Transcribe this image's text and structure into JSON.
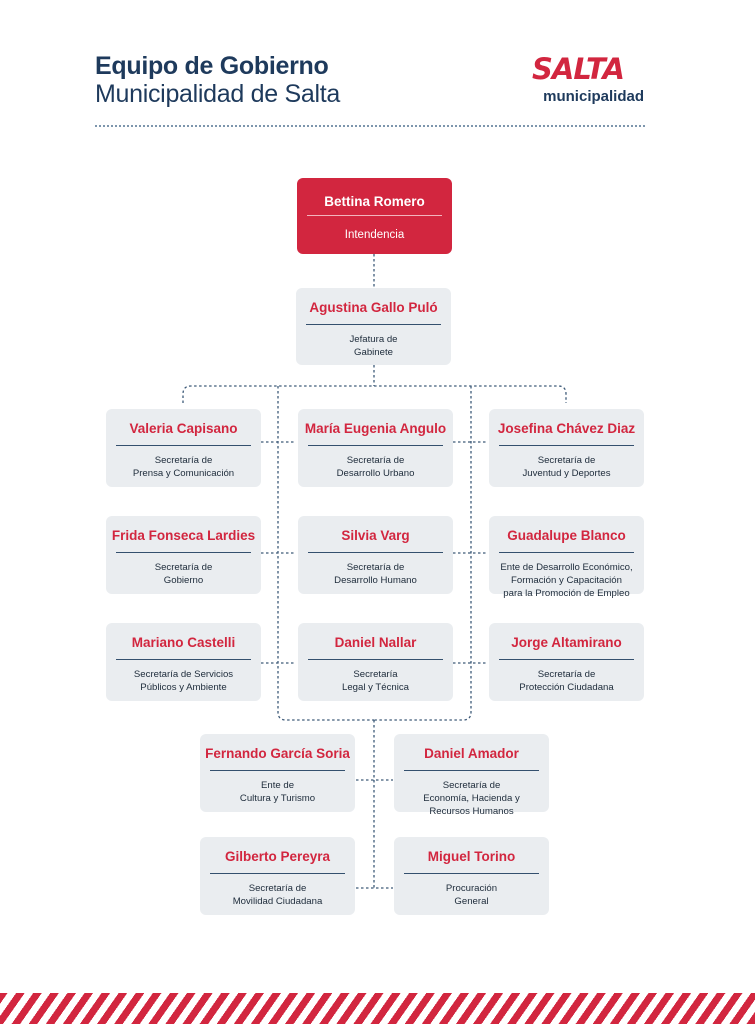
{
  "header": {
    "title": "Equipo de Gobierno",
    "subtitle": "Municipalidad de Salta"
  },
  "logo": {
    "word": "SALTA",
    "sub": "municipalidad"
  },
  "colors": {
    "accent": "#d2263f",
    "navy": "#1e3a5c",
    "card_bg": "#eaedf0"
  },
  "org": {
    "top": {
      "name": "Bettina Romero",
      "role": "Intendencia"
    },
    "chief": {
      "name": "Agustina Gallo Puló",
      "role_l1": "Jefatura de",
      "role_l2": "Gabinete"
    },
    "members": [
      {
        "name": "Valeria Capisano",
        "role_l1": "Secretaría de",
        "role_l2": "Prensa y Comunicación"
      },
      {
        "name": "María Eugenia Angulo",
        "role_l1": "Secretaría de",
        "role_l2": "Desarrollo Urbano"
      },
      {
        "name": "Josefina Chávez Diaz",
        "role_l1": "Secretaría de",
        "role_l2": "Juventud y Deportes"
      },
      {
        "name": "Frida Fonseca Lardies",
        "role_l1": "Secretaría de",
        "role_l2": "Gobierno"
      },
      {
        "name": "Silvia Varg",
        "role_l1": "Secretaría de",
        "role_l2": "Desarrollo Humano"
      },
      {
        "name": "Guadalupe Blanco",
        "role_l1": "Ente de Desarrollo Económico,",
        "role_l2": "Formación y Capacitación",
        "role_l3": "para la Promoción de Empleo"
      },
      {
        "name": "Mariano Castelli",
        "role_l1": "Secretaría de Servicios",
        "role_l2": "Públicos y Ambiente"
      },
      {
        "name": "Daniel Nallar",
        "role_l1": "Secretaría",
        "role_l2": "Legal y Técnica"
      },
      {
        "name": "Jorge Altamirano",
        "role_l1": "Secretaría de",
        "role_l2": "Protección Ciudadana"
      },
      {
        "name": "Fernando García Soria",
        "role_l1": "Ente de",
        "role_l2": "Cultura y Turismo"
      },
      {
        "name": "Daniel Amador",
        "role_l1": "Secretaría de",
        "role_l2": "Economía, Hacienda y",
        "role_l3": "Recursos Humanos"
      },
      {
        "name": "Gilberto Pereyra",
        "role_l1": "Secretaría de",
        "role_l2": "Movilidad Ciudadana"
      },
      {
        "name": "Miguel Torino",
        "role_l1": "Procuración",
        "role_l2": "General"
      }
    ]
  }
}
